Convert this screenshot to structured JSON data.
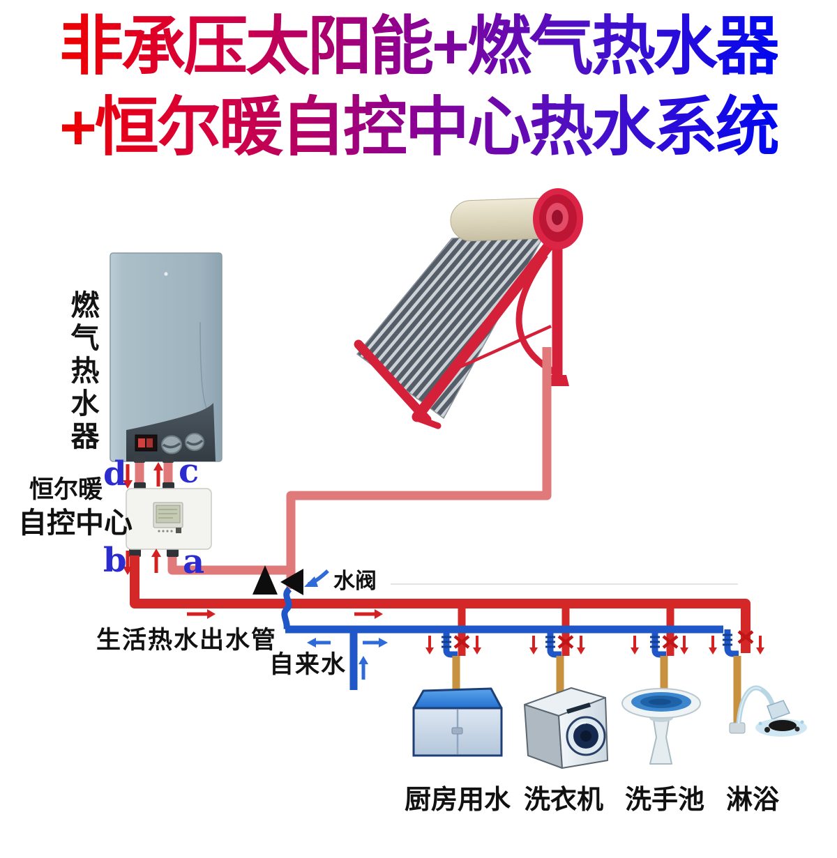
{
  "title": {
    "line1": "非承压太阳能+燃气热水器",
    "line2": "+恒尔暖自控中心热水系统"
  },
  "labels": {
    "gas_heater_vertical": "燃气热水器",
    "controller_line1": "恒尔暖",
    "controller_line2": "自控中心",
    "water_valve": "水阀",
    "hot_water_outlet": "生活热水出水管",
    "tap_water": "自来水"
  },
  "ports": {
    "top_left": "d",
    "top_right": "c",
    "bottom_left": "b",
    "bottom_right": "a"
  },
  "appliances": [
    {
      "name": "kitchen-sink",
      "label": "厨房用水"
    },
    {
      "name": "washing-machine",
      "label": "洗衣机"
    },
    {
      "name": "wash-basin",
      "label": "洗手池"
    },
    {
      "name": "shower",
      "label": "淋浴"
    }
  ],
  "colors": {
    "hot_pipe": "#d42828",
    "cold_pipe": "#2057c8",
    "solar_loop_pipe": "#e07a7a",
    "fixture_pipe": "#c8913f",
    "frame_red": "#d5203a",
    "title_gradient_start": "#ee0000",
    "title_gradient_mid": "#8e0090",
    "title_gradient_end": "#0008f0"
  }
}
